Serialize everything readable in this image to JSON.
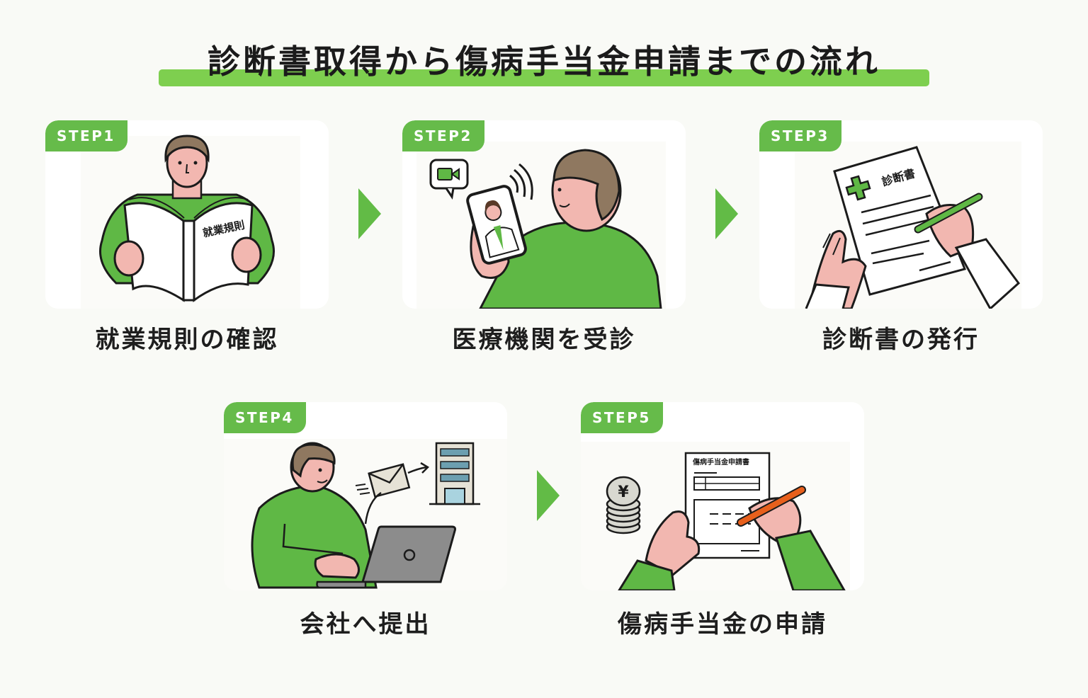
{
  "title": "診断書取得から傷病手当金申請までの流れ",
  "colors": {
    "accent_green": "#66bb4a",
    "title_underline": "#7ecf4f",
    "arrow_green": "#62bb46",
    "background": "#f9faf6",
    "card": "#ffffff",
    "pen_orange": "#e8601c"
  },
  "steps": [
    {
      "badge": "STEP1",
      "caption": "就業規則の確認",
      "illustration": "person-reading-book-icon",
      "illustration_text": "就業規則"
    },
    {
      "badge": "STEP2",
      "caption": "医療機関を受診",
      "illustration": "person-video-call-doctor-icon",
      "illustration_text": ""
    },
    {
      "badge": "STEP3",
      "caption": "診断書の発行",
      "illustration": "doctor-writing-certificate-icon",
      "illustration_text": "診断書"
    },
    {
      "badge": "STEP4",
      "caption": "会社へ提出",
      "illustration": "person-sending-email-to-company-icon",
      "illustration_text": ""
    },
    {
      "badge": "STEP5",
      "caption": "傷病手当金の申請",
      "illustration": "filling-application-form-icon",
      "illustration_text": "傷病手当金申請書",
      "coin_symbol": "¥"
    }
  ]
}
